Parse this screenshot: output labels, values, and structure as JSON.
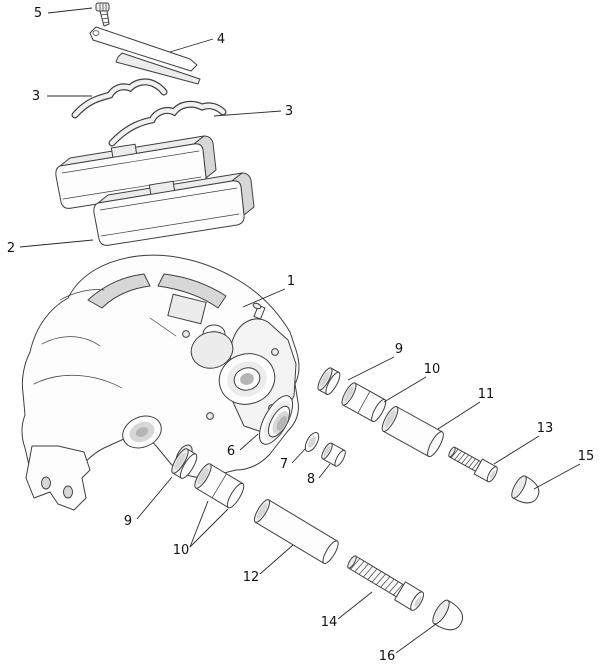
{
  "figure": {
    "type": "exploded-parts-diagram",
    "subject": "brake-caliper-assembly",
    "colors": {
      "background": "#ffffff",
      "line": "#3f3f3f",
      "fill": "#fdfdfd",
      "shade": "#ececec",
      "label_text": "#111111"
    },
    "callouts": [
      {
        "label": "5"
      },
      {
        "label": "4"
      },
      {
        "label": "3"
      },
      {
        "label": "3"
      },
      {
        "label": "2"
      },
      {
        "label": "1"
      },
      {
        "label": "9"
      },
      {
        "label": "10"
      },
      {
        "label": "11"
      },
      {
        "label": "13"
      },
      {
        "label": "15"
      },
      {
        "label": "6"
      },
      {
        "label": "7"
      },
      {
        "label": "8"
      },
      {
        "label": "9"
      },
      {
        "label": "10"
      },
      {
        "label": "12"
      },
      {
        "label": "14"
      },
      {
        "label": "16"
      }
    ],
    "parts": [
      {
        "callout": "1",
        "icon": "caliper-body"
      },
      {
        "callout": "2",
        "icon": "brake-pads"
      },
      {
        "callout": "3",
        "icon": "pad-spring-clip"
      },
      {
        "callout": "4",
        "icon": "pad-retainer-bar"
      },
      {
        "callout": "5",
        "icon": "retainer-screw"
      },
      {
        "callout": "6",
        "icon": "boot-seal"
      },
      {
        "callout": "7",
        "icon": "small-ring-seal"
      },
      {
        "callout": "8",
        "icon": "small-bushing"
      },
      {
        "callout": "9",
        "icon": "seal-ring"
      },
      {
        "callout": "10",
        "icon": "guide-bushing"
      },
      {
        "callout": "11",
        "icon": "guide-sleeve"
      },
      {
        "callout": "12",
        "icon": "guide-tube"
      },
      {
        "callout": "13",
        "icon": "cap-screw-short"
      },
      {
        "callout": "14",
        "icon": "cap-screw-long"
      },
      {
        "callout": "15",
        "icon": "end-cap-small"
      },
      {
        "callout": "16",
        "icon": "end-cap-large"
      }
    ]
  }
}
